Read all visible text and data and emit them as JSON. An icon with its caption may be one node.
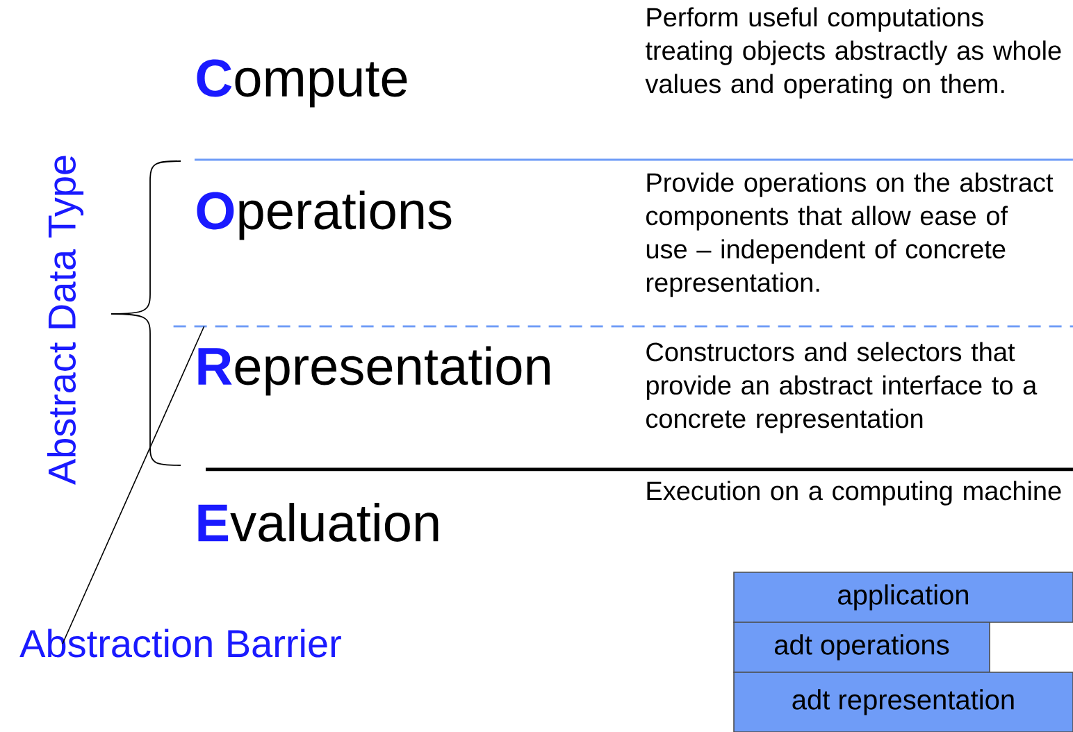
{
  "diagram": {
    "nodes": [
      {
        "text": [
          "Abstraction Barrier"
        ]
      },
      {
        "text": [],
        "shape": "line"
      },
      {
        "text": [
          "application"
        ]
      },
      {
        "text": [
          "adt operations"
        ]
      },
      {
        "text": [
          "adt representation"
        ]
      }
    ],
    "edges": [
      {
        "from": 0,
        "to": 1,
        "arrow": "none"
      }
    ],
    "labels": [
      "**C**ompute",
      "Perform useful computations treating objects abstractly as whole values and operating on them.",
      "Abstract Data Type",
      "**O**perations",
      "Provide operations on the abstract components that allow ease of use – independent of concrete representation.",
      "**R**epresentation",
      "Constructors and selectors that provide an abstract interface to a concrete representation",
      "**E**valuation",
      "Execution on a computing machine"
    ]
  }
}
